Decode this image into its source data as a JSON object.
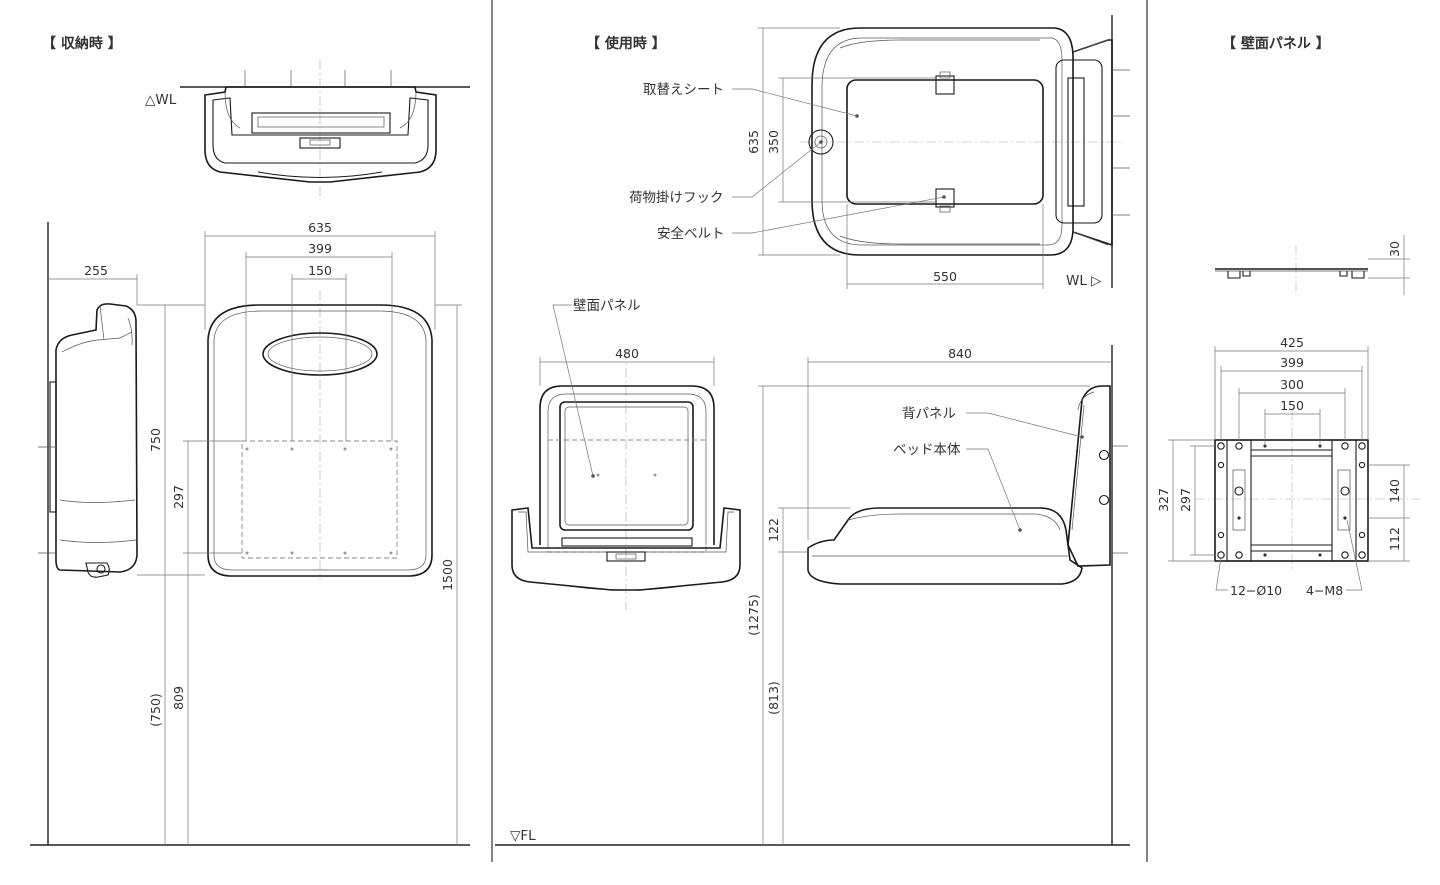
{
  "sections": {
    "stored": "【 収納時 】",
    "in_use": "【 使用時 】",
    "wall_panel": "【 壁面パネル 】"
  },
  "levels": {
    "wall_line": "WL",
    "wall_line_right": "WL",
    "floor_line": "FL"
  },
  "callouts": {
    "replacement_sheet": "取替えシート",
    "luggage_hook": "荷物掛けフック",
    "safety_belt": "安全ベルト",
    "wall_panel": "壁面パネル",
    "back_panel": "背パネル",
    "bed_body": "ベッド本体",
    "holes_10": "12−Ø10",
    "bolts_m8": "4−M8"
  },
  "dimensions": {
    "stored": {
      "depth": "255",
      "width": "635",
      "panel_width": "399",
      "inner_width": "150",
      "height": "750",
      "panel_height": "297",
      "bottom_to_floor": "809",
      "bottom_to_floor_ref": "(750)",
      "top_to_floor": "1500"
    },
    "in_use_top": {
      "depth": "635",
      "hook_spacing": "350",
      "sheet_length": "550"
    },
    "in_use_front": {
      "width": "480"
    },
    "in_use_side": {
      "length": "840",
      "bed_height": "122",
      "top_height_ref": "(1275)",
      "bed_to_floor_ref": "(813)"
    },
    "panel": {
      "thickness": "30",
      "width": "425",
      "hole_width": "399",
      "inner_width": "300",
      "bolt_width": "150",
      "height": "327",
      "hole_height": "297",
      "upper_bolt": "140",
      "lower_bolt": "112"
    }
  }
}
